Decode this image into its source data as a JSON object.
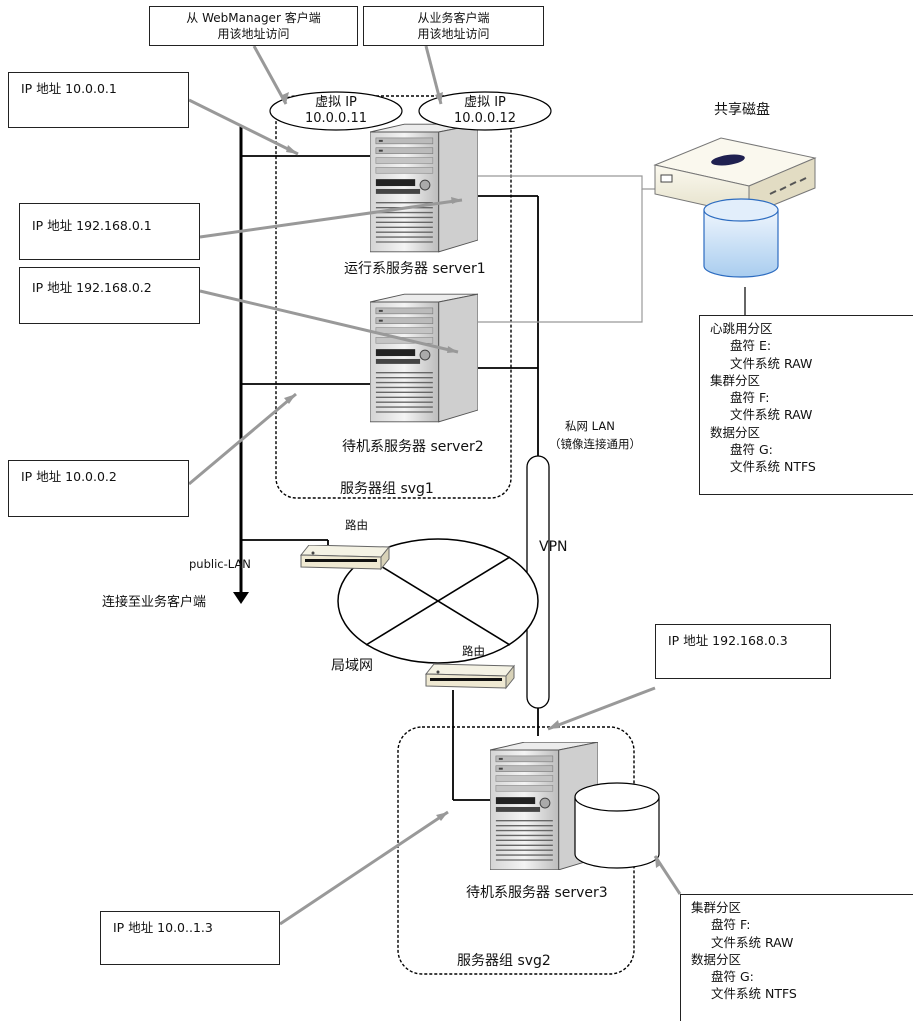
{
  "callouts": {
    "webmanager": [
      "从 WebManager 客户端",
      "用该地址访问"
    ],
    "business": [
      "从业务客户端",
      "用该地址访问"
    ]
  },
  "ip_boxes": {
    "ip_10_0_0_1": "IP 地址 10.0.0.1",
    "ip_192_168_0_1": "IP 地址 192.168.0.1",
    "ip_192_168_0_2": "IP 地址 192.168.0.2",
    "ip_10_0_0_2": "IP 地址 10.0.0.2",
    "ip_192_168_0_3": "IP 地址 192.168.0.3",
    "ip_10_0_1_3": "IP 地址  10.0..1.3"
  },
  "virtual_ips": {
    "vip1": {
      "label": "虚拟 IP",
      "address": "10.0.0.11"
    },
    "vip2": {
      "label": "虚拟 IP",
      "address": "10.0.0.12"
    }
  },
  "servers": {
    "server1": "运行系服务器 server1",
    "server2": "待机系服务器 server2",
    "server3": "待机系服务器 server3"
  },
  "groups": {
    "svg1": "服务器组  svg1",
    "svg2": "服务器组  svg2"
  },
  "shared_disk": "共享磁盘",
  "network": {
    "private_lan": "私网 LAN",
    "private_lan_note": "（镜像连接通用）",
    "vpn": "VPN",
    "router1": "路由",
    "router2": "路由",
    "wan": "局域网",
    "public_lan": "public-LAN",
    "to_clients": "连接至业务客户端"
  },
  "partitions_shared": [
    {
      "text": "心跳用分区",
      "indent": false
    },
    {
      "text": "盘符  E:",
      "indent": true
    },
    {
      "text": "文件系统  RAW",
      "indent": true
    },
    {
      "text": "集群分区",
      "indent": false
    },
    {
      "text": "盘符  F:",
      "indent": true
    },
    {
      "text": "文件系统 RAW",
      "indent": true
    },
    {
      "text": "数据分区",
      "indent": false
    },
    {
      "text": "盘符  G:",
      "indent": true
    },
    {
      "text": "文件系统  NTFS",
      "indent": true
    }
  ],
  "partitions_local": [
    {
      "text": "集群分区",
      "indent": false
    },
    {
      "text": "盘符  F:",
      "indent": true
    },
    {
      "text": "文件系统  RAW",
      "indent": true
    },
    {
      "text": "数据分区",
      "indent": false
    },
    {
      "text": "盘符  G:",
      "indent": true
    },
    {
      "text": "文件系统 NTFS",
      "indent": true
    }
  ]
}
